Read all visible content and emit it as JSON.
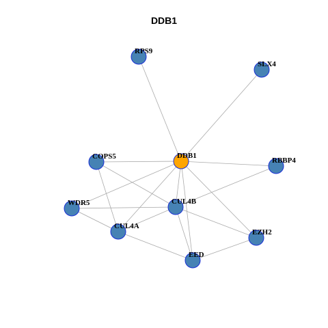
{
  "title": "DDB1",
  "colors": {
    "node_fill": "#4682B4",
    "node_stroke": "#1A2FD6",
    "center_fill": "#FFA500",
    "edge": "#AAAAAA",
    "label": "#000000"
  },
  "nodes": [
    {
      "id": "RPS9",
      "label": "RPS9",
      "center": false
    },
    {
      "id": "SLX4",
      "label": "SLX4",
      "center": false
    },
    {
      "id": "COPS5",
      "label": "COPS5",
      "center": false
    },
    {
      "id": "DDB1",
      "label": "DDB1",
      "center": true
    },
    {
      "id": "RBBP4",
      "label": "RBBP4",
      "center": false
    },
    {
      "id": "WDR5",
      "label": "WDR5",
      "center": false
    },
    {
      "id": "CUL4B",
      "label": "CUL4B",
      "center": false
    },
    {
      "id": "CUL4A",
      "label": "CUL4A",
      "center": false
    },
    {
      "id": "EZH2",
      "label": "EZH2",
      "center": false
    },
    {
      "id": "EED",
      "label": "EED",
      "center": false
    }
  ],
  "edges": [
    [
      "DDB1",
      "RPS9"
    ],
    [
      "DDB1",
      "SLX4"
    ],
    [
      "DDB1",
      "COPS5"
    ],
    [
      "DDB1",
      "RBBP4"
    ],
    [
      "DDB1",
      "WDR5"
    ],
    [
      "DDB1",
      "CUL4B"
    ],
    [
      "DDB1",
      "CUL4A"
    ],
    [
      "DDB1",
      "EZH2"
    ],
    [
      "DDB1",
      "EED"
    ],
    [
      "COPS5",
      "CUL4B"
    ],
    [
      "COPS5",
      "CUL4A"
    ],
    [
      "RBBP4",
      "CUL4B"
    ],
    [
      "WDR5",
      "CUL4B"
    ],
    [
      "WDR5",
      "CUL4A"
    ],
    [
      "CUL4B",
      "CUL4A"
    ],
    [
      "CUL4B",
      "EZH2"
    ],
    [
      "CUL4B",
      "EED"
    ],
    [
      "CUL4A",
      "EED"
    ],
    [
      "EZH2",
      "EED"
    ]
  ]
}
